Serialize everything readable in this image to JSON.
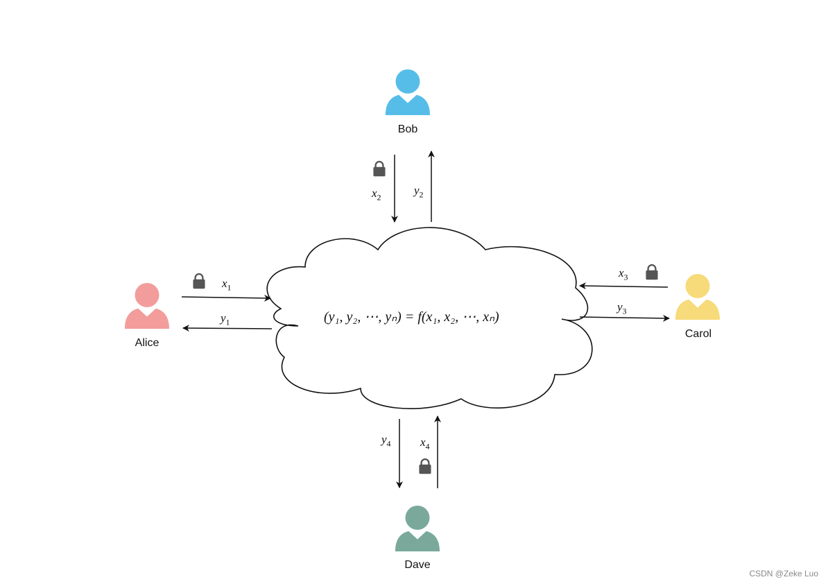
{
  "colors": {
    "alice": "#f29c9c",
    "bob": "#56bde9",
    "carol": "#f7da7a",
    "dave": "#7aa99c",
    "lock": "#555555",
    "arrow": "#111111"
  },
  "participants": {
    "alice": "Alice",
    "bob": "Bob",
    "carol": "Carol",
    "dave": "Dave"
  },
  "formula": "(y₁, y₂, ⋯, yₙ) = f(x₁, x₂, ⋯, xₙ)",
  "labels": {
    "x1": "x",
    "x1_sub": "1",
    "y1": "y",
    "y1_sub": "1",
    "x2": "x",
    "x2_sub": "2",
    "y2": "y",
    "y2_sub": "2",
    "x3": "x",
    "x3_sub": "3",
    "y3": "y",
    "y3_sub": "3",
    "x4": "x",
    "x4_sub": "4",
    "y4": "y",
    "y4_sub": "4"
  },
  "icons": {
    "person": "person-icon",
    "lock": "lock-icon",
    "cloud": "cloud-shape"
  },
  "watermark": "CSDN @Zeke Luo"
}
